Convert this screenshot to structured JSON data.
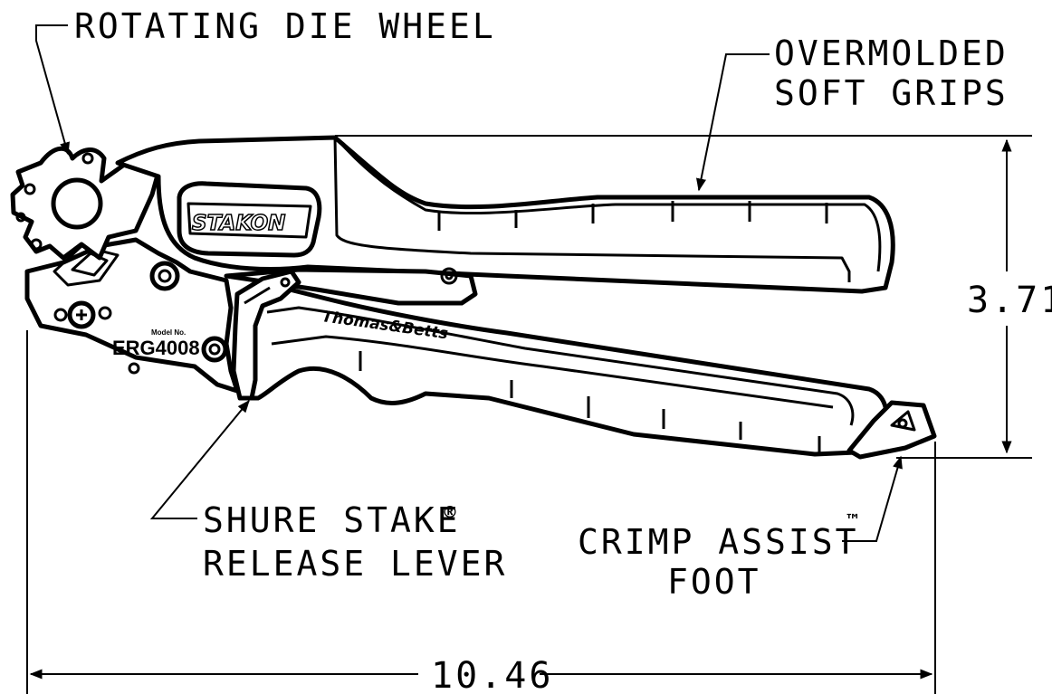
{
  "callouts": {
    "rotating_die_wheel": "ROTATING DIE WHEEL",
    "overmolded_line1": "OVERMOLDED",
    "overmolded_line2": "SOFT GRIPS",
    "release_line1": "SHURE STAKE",
    "release_line1_mark": "®",
    "release_line2": "RELEASE LEVER",
    "crimp_line1": "CRIMP ASSIST",
    "crimp_line1_mark": "™",
    "crimp_line2": "FOOT"
  },
  "dimensions": {
    "height": "3.71",
    "length": "10.46"
  },
  "tool_markings": {
    "brand_upper": "STAKON",
    "brand_lower": "Thomas&Betts",
    "model_label": "Model No.",
    "model_number": "ERG4008"
  }
}
